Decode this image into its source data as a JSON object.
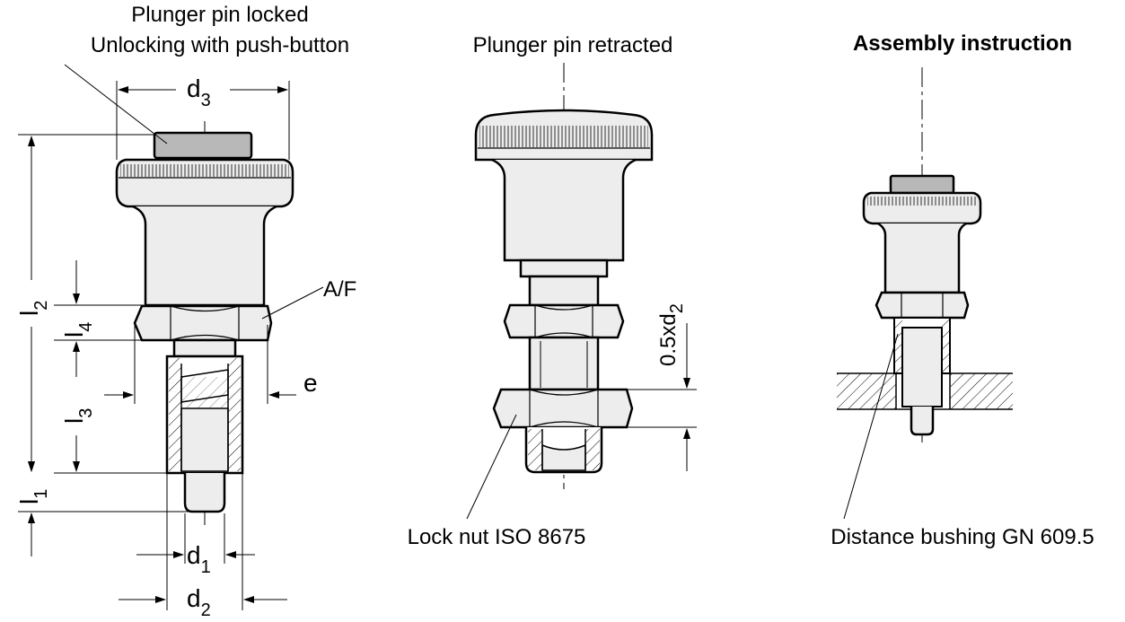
{
  "captions": {
    "locked_line1": "Plunger pin locked",
    "locked_line2": "Unlocking with push-button",
    "retracted": "Plunger pin retracted",
    "assembly": "Assembly instruction",
    "lock_nut": "Lock nut ISO 8675",
    "bushing": "Distance bushing GN 609.5"
  },
  "dimensions": {
    "d3": {
      "base": "d",
      "sub": "3"
    },
    "d1": {
      "base": "d",
      "sub": "1"
    },
    "d2": {
      "base": "d",
      "sub": "2"
    },
    "l1": {
      "base": "l",
      "sub": "1"
    },
    "l2": {
      "base": "l",
      "sub": "2"
    },
    "l3": {
      "base": "l",
      "sub": "3"
    },
    "l4": {
      "base": "l",
      "sub": "4"
    },
    "af": "A/F",
    "e": "e",
    "half_d2": {
      "base": "0.5xd",
      "sub": "2"
    }
  },
  "colors": {
    "line": "#000000",
    "metal_fill": "#ededed",
    "button_fill": "#b8b8b8"
  }
}
